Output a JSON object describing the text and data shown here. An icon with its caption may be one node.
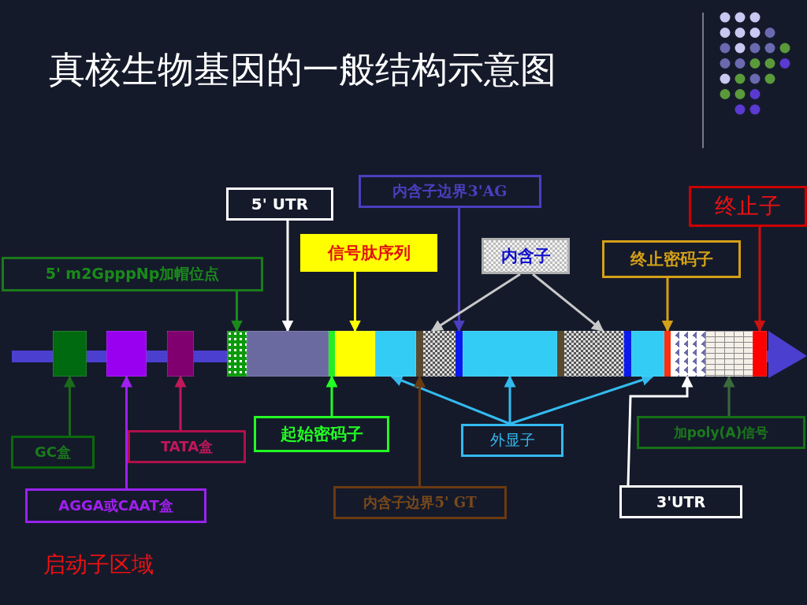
{
  "diagram": {
    "title": "真核生物基因的一般结构示意图",
    "nodes": [
      {
        "text": [
          "5' UTR"
        ]
      },
      {
        "text": [
          "内含子边界3'AG"
        ]
      },
      {
        "text": [
          "终止子"
        ]
      },
      {
        "text": [
          "5' m2GpppNp加帽位点"
        ]
      },
      {
        "text": [
          "信号肽序列"
        ]
      },
      {
        "text": [
          "内含子"
        ]
      },
      {
        "text": [
          "终止密码子"
        ]
      },
      {
        "text": [
          "GC盒"
        ]
      },
      {
        "text": [
          "TATA盒"
        ]
      },
      {
        "text": [
          "起始密码子"
        ]
      },
      {
        "text": [
          "外显子"
        ]
      },
      {
        "text": [
          "加poly(A)信号"
        ]
      },
      {
        "text": [
          "AGGA或CAAT盒"
        ]
      },
      {
        "text": [
          "内含子边界5' GT"
        ]
      },
      {
        "text": [
          "3'UTR"
        ]
      },
      {
        "text": [],
        "shape": "box"
      },
      {
        "text": [],
        "shape": "box"
      },
      {
        "text": [],
        "shape": "box"
      },
      {
        "text": [],
        "shape": "box"
      },
      {
        "text": [],
        "shape": "box"
      },
      {
        "text": [],
        "shape": "bar"
      },
      {
        "text": [],
        "shape": "box"
      },
      {
        "text": [],
        "shape": "box"
      },
      {
        "text": [],
        "shape": "bar"
      },
      {
        "text": [],
        "shape": "box"
      },
      {
        "text": [],
        "shape": "bar"
      },
      {
        "text": [],
        "shape": "box"
      },
      {
        "text": [],
        "shape": "bar"
      },
      {
        "text": [],
        "shape": "box"
      },
      {
        "text": [],
        "shape": "bar"
      },
      {
        "text": [],
        "shape": "box"
      },
      {
        "text": [],
        "shape": "bar"
      },
      {
        "text": [],
        "shape": "box"
      },
      {
        "text": [],
        "shape": "box"
      },
      {
        "text": [],
        "shape": "box"
      }
    ],
    "edges": [
      {
        "from": 3,
        "to": 18,
        "arrow": "to",
        "color": "#1a8a1a"
      },
      {
        "from": 0,
        "to": 19,
        "arrow": "to",
        "color": "#ffffff"
      },
      {
        "from": 4,
        "to": 21,
        "arrow": "to",
        "color": "#ffff00"
      },
      {
        "from": 1,
        "to": 25,
        "arrow": "to",
        "color": "#4b3fbf"
      },
      {
        "from": 5,
        "to": 24,
        "arrow": "to",
        "color": "#c8c8c8"
      },
      {
        "from": 5,
        "to": 28,
        "arrow": "to",
        "color": "#c8c8c8"
      },
      {
        "from": 6,
        "to": 31,
        "arrow": "to",
        "color": "#d4a017"
      },
      {
        "from": 2,
        "to": 34,
        "arrow": "to",
        "color": "#cc1111"
      },
      {
        "from": 7,
        "to": 15,
        "arrow": "to",
        "color": "#1a6a1a"
      },
      {
        "from": 12,
        "to": 16,
        "arrow": "to",
        "color": "#a020f0"
      },
      {
        "from": 8,
        "to": 17,
        "arrow": "to",
        "color": "#c0185a"
      },
      {
        "from": 9,
        "to": 20,
        "arrow": "to",
        "color": "#22ff22"
      },
      {
        "from": 10,
        "to": 22,
        "arrow": "to",
        "color": "#33bbee"
      },
      {
        "from": 10,
        "to": 26,
        "arrow": "to",
        "color": "#33bbee"
      },
      {
        "from": 10,
        "to": 30,
        "arrow": "to",
        "color": "#33bbee"
      },
      {
        "from": 13,
        "to": 23,
        "arrow": "to",
        "color": "#6a3a10"
      },
      {
        "from": 14,
        "to": 32,
        "arrow": "to",
        "color": "#ffffff"
      },
      {
        "from": 11,
        "to": 33,
        "arrow": "to",
        "color": "#3a6a3a"
      }
    ],
    "labels": [
      "启动子区域"
    ]
  }
}
